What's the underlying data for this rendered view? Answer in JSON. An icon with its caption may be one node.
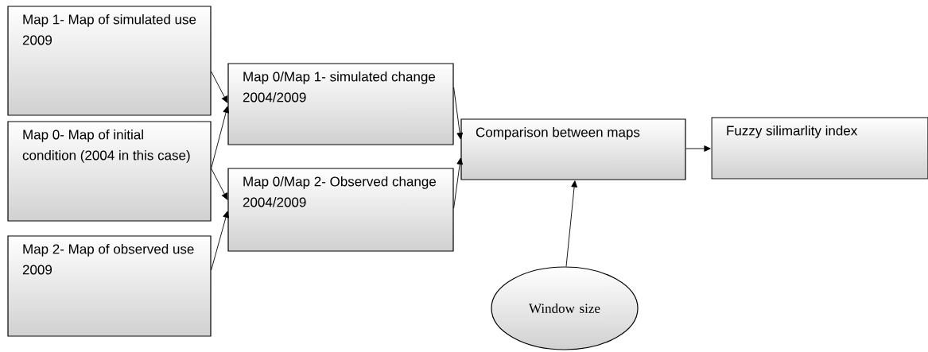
{
  "diagram": {
    "nodes": [
      {
        "text": [
          "Map 1- Map of simulated use 2009"
        ]
      },
      {
        "text": [
          "Map 0- Map of initial condition (2004 in this case)"
        ]
      },
      {
        "text": [
          "Map 2- Map of observed use 2009"
        ]
      },
      {
        "text": [
          "Map 0/Map 1- simulated change 2004/2009"
        ]
      },
      {
        "text": [
          "Map 0/Map 2- Observed change 2004/2009"
        ]
      },
      {
        "text": [
          "Comparison between maps"
        ]
      },
      {
        "text": [
          "Fuzzy silimarlity index"
        ]
      },
      {
        "text": [
          "Window size"
        ]
      }
    ],
    "edges": [
      {
        "from": 0,
        "to": 3,
        "arrow": "to"
      },
      {
        "from": 1,
        "to": 3,
        "arrow": "to"
      },
      {
        "from": 1,
        "to": 4,
        "arrow": "to"
      },
      {
        "from": 2,
        "to": 4,
        "arrow": "to"
      },
      {
        "from": 3,
        "to": 5,
        "arrow": "to"
      },
      {
        "from": 4,
        "to": 5,
        "arrow": "to"
      },
      {
        "from": 5,
        "to": 6,
        "arrow": "to"
      },
      {
        "from": 7,
        "to": 5,
        "arrow": "to"
      }
    ]
  }
}
